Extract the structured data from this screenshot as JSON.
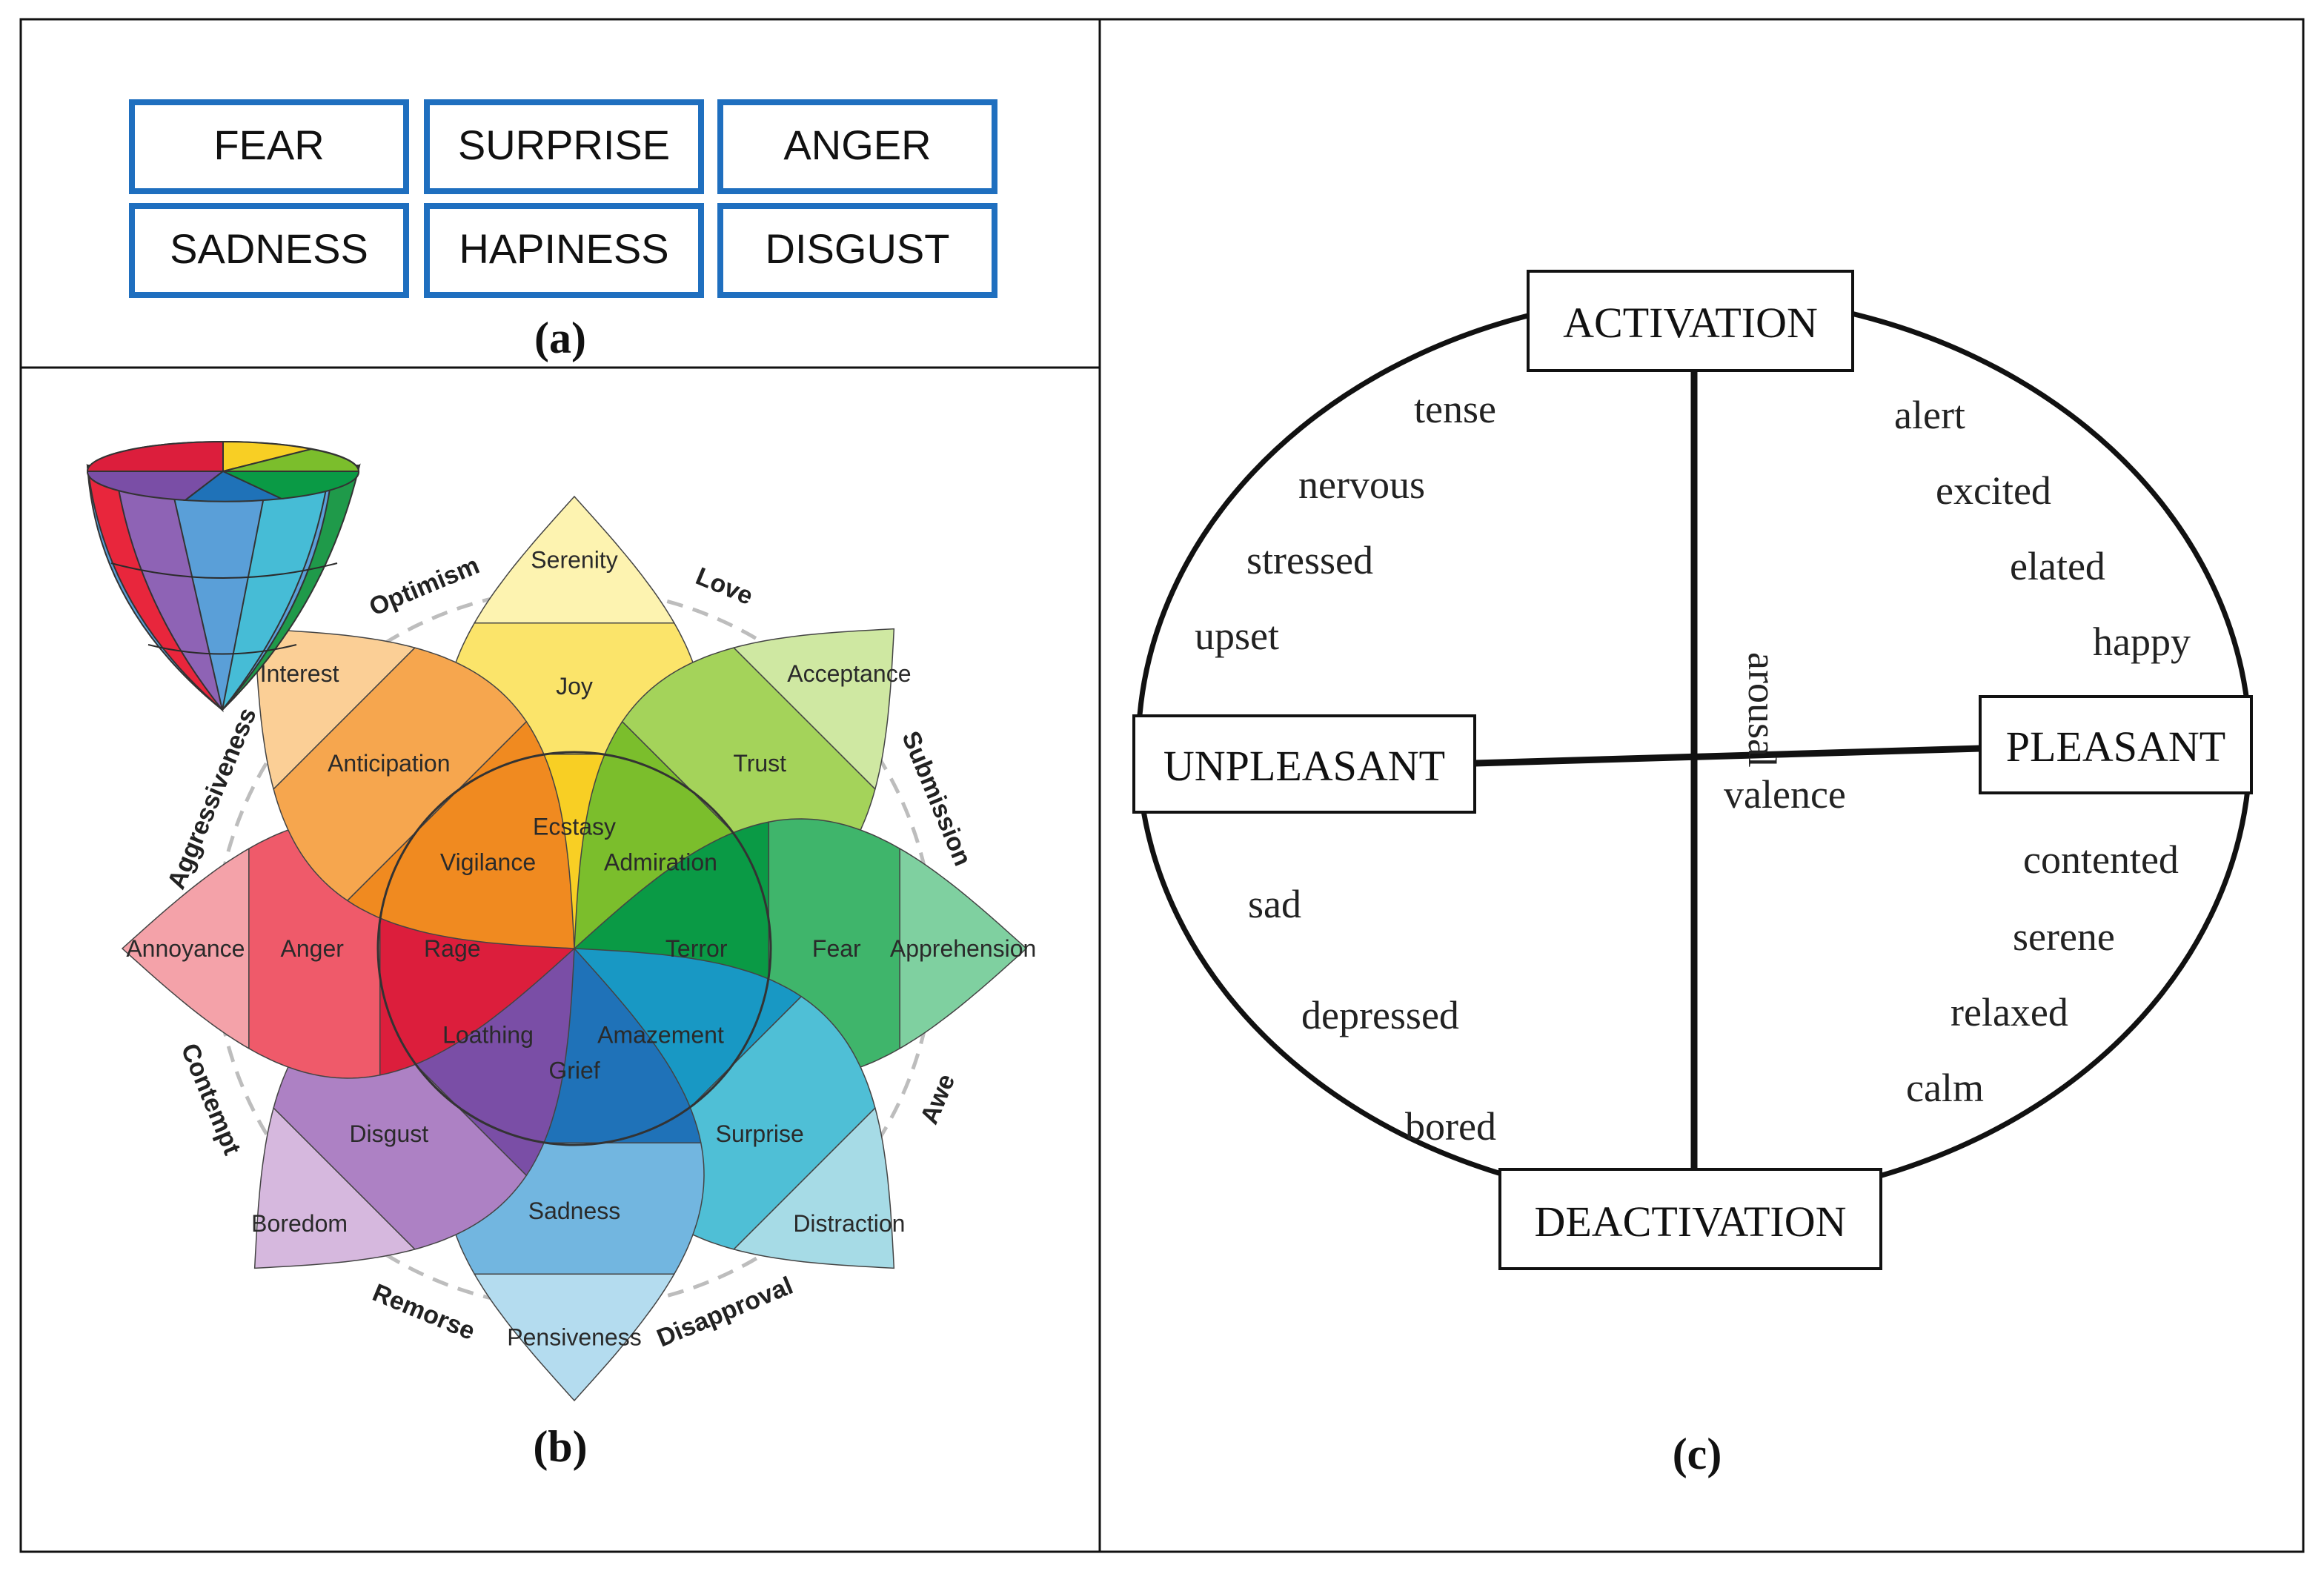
{
  "panel_a": {
    "caption": "(a)",
    "emotions": [
      "FEAR",
      "SURPRISE",
      "ANGER",
      "SADNESS",
      "HAPINESS",
      "DISGUST"
    ]
  },
  "panel_b": {
    "caption": "(b)",
    "petals": [
      {
        "mild": "Serenity",
        "basic": "Joy",
        "intense": "Ecstasy",
        "colors": [
          "#fdf3b0",
          "#fbe46a",
          "#f8cf24"
        ]
      },
      {
        "mild": "Acceptance",
        "basic": "Trust",
        "intense": "Admiration",
        "colors": [
          "#cfe8a2",
          "#a4d35a",
          "#7bbe2c"
        ]
      },
      {
        "mild": "Apprehension",
        "basic": "Fear",
        "intense": "Terror",
        "colors": [
          "#7fd0a0",
          "#3fb56b",
          "#0a9a45"
        ]
      },
      {
        "mild": "Distraction",
        "basic": "Surprise",
        "intense": "Amazement",
        "colors": [
          "#a6dbe6",
          "#4fbfd6",
          "#1898c4"
        ]
      },
      {
        "mild": "Pensiveness",
        "basic": "Sadness",
        "intense": "Grief",
        "colors": [
          "#b4dcef",
          "#72b6e0",
          "#1f72b8"
        ]
      },
      {
        "mild": "Boredom",
        "basic": "Disgust",
        "intense": "Loathing",
        "colors": [
          "#d6b8de",
          "#ad81c4",
          "#7a4ea6"
        ]
      },
      {
        "mild": "Annoyance",
        "basic": "Anger",
        "intense": "Rage",
        "colors": [
          "#f4a2a9",
          "#ef5a6a",
          "#dc1e3c"
        ]
      },
      {
        "mild": "Interest",
        "basic": "Anticipation",
        "intense": "Vigilance",
        "colors": [
          "#fbcf96",
          "#f6a64e",
          "#f08a20"
        ]
      }
    ],
    "dyads": [
      "Love",
      "Submission",
      "Awe",
      "Disapproval",
      "Remorse",
      "Contempt",
      "Aggressiveness",
      "Optimism"
    ]
  },
  "panel_c": {
    "caption": "(c)",
    "poles": {
      "top": "ACTIVATION",
      "bottom": "DEACTIVATION",
      "left": "UNPLEASANT",
      "right": "PLEASANT"
    },
    "axis_labels": {
      "vertical": "arousal",
      "horizontal": "valence"
    },
    "words": {
      "upper_left": [
        "tense",
        "nervous",
        "stressed",
        "upset"
      ],
      "upper_right": [
        "alert",
        "excited",
        "elated",
        "happy"
      ],
      "lower_left": [
        "sad",
        "depressed",
        "bored"
      ],
      "lower_right": [
        "contented",
        "serene",
        "relaxed",
        "calm"
      ]
    }
  }
}
